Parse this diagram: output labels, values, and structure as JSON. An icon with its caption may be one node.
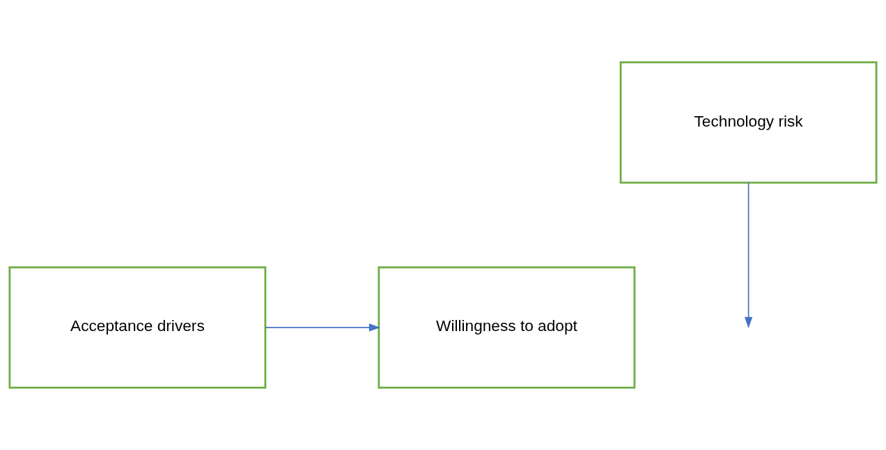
{
  "diagram": {
    "nodes": [
      {
        "text": [
          "Acceptance drivers"
        ]
      },
      {
        "text": [
          "Willingness to adopt"
        ]
      },
      {
        "text": [
          "Technology risk"
        ]
      }
    ],
    "edges": [
      {
        "from": 0,
        "to": 1,
        "arrow": "to"
      },
      {
        "from": 2,
        "to": null,
        "arrow": "to"
      }
    ]
  }
}
